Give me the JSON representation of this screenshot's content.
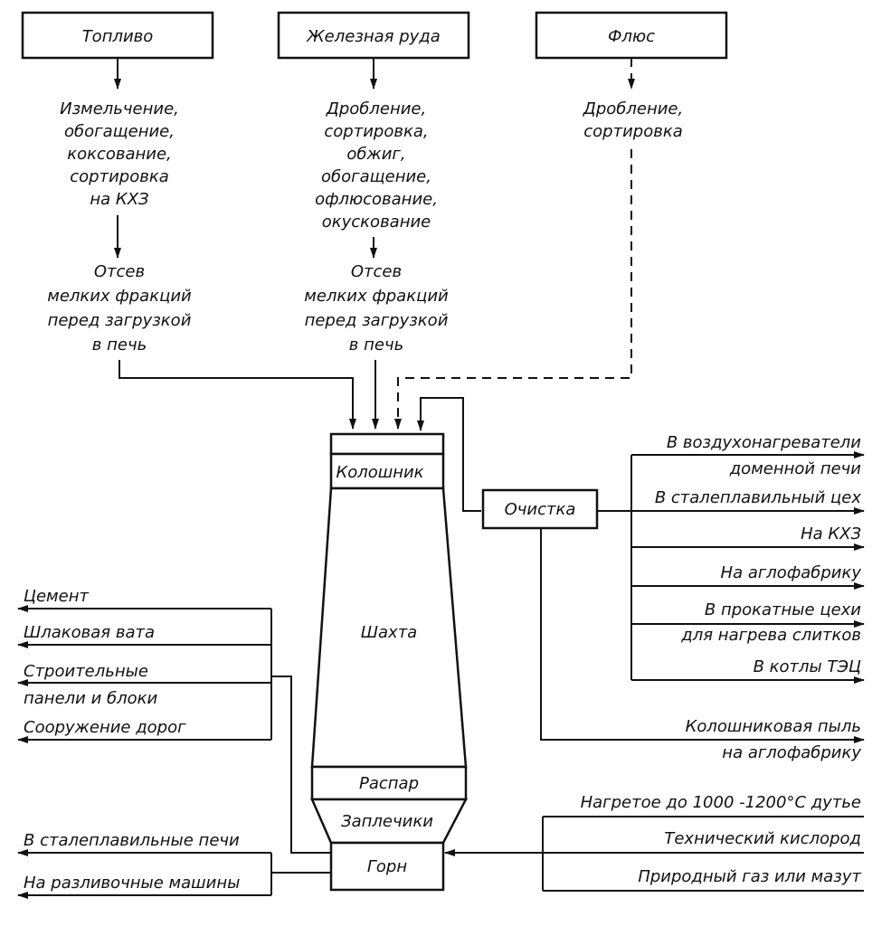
{
  "inputs": {
    "fuel": "Топливо",
    "ore": "Железная руда",
    "flux": "Флюс"
  },
  "fuel_steps": [
    "Измельчение,",
    "обогащение,",
    "коксование,",
    "сортировка",
    "на КХЗ"
  ],
  "ore_steps": [
    "Дробление,",
    "сортировка,",
    "обжиг,",
    "обогащение,",
    "офлюсование,",
    "окускование"
  ],
  "flux_steps": [
    "Дробление,",
    "сортировка"
  ],
  "screening": [
    "Отсев",
    "мелких фракций",
    "перед загрузкой",
    "в печь"
  ],
  "furnace": {
    "top": "Колошник",
    "shaft": "Шахта",
    "belly": "Распар",
    "bosh": "Заплечики",
    "hearth": "Горн"
  },
  "cleaning": "Очистка",
  "gas_outputs": [
    [
      "В воздухонагреватели",
      "доменной печи"
    ],
    [
      "В сталеплавильный цех"
    ],
    [
      "На КХЗ"
    ],
    [
      "На аглофабрику"
    ],
    [
      "В прокатные цехи",
      "для нагрева слитков"
    ],
    [
      "В котлы ТЭЦ"
    ]
  ],
  "dust": [
    "Колошниковая пыль",
    "на аглофабрику"
  ],
  "blast_inputs": [
    "Нагретое до 1000 -1200°С дутье",
    "Технический кислород",
    "Природный газ или мазут"
  ],
  "slag_outputs": [
    [
      "Цемент"
    ],
    [
      "Шлаковая вата"
    ],
    [
      "Строительные",
      "панели и блоки"
    ],
    [
      "Сооружение дорог"
    ]
  ],
  "metal_outputs": [
    "В сталеплавильные печи",
    "На разливочные машины"
  ]
}
